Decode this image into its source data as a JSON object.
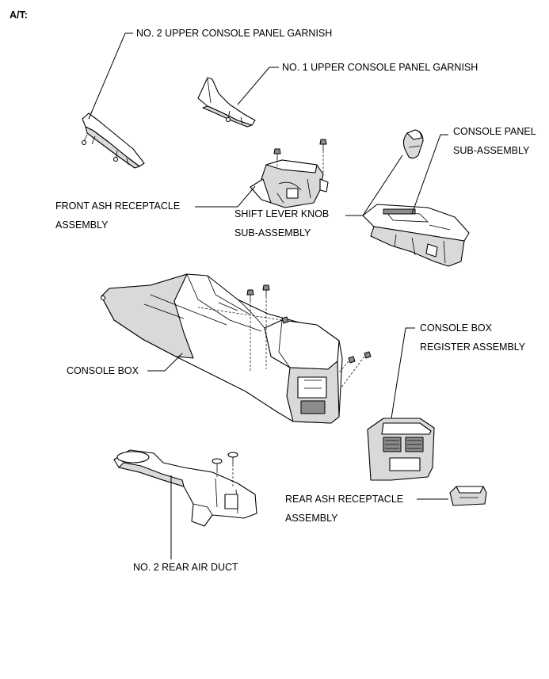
{
  "header": {
    "variant": "A/T:"
  },
  "labels": {
    "no2_upper_garnish": "NO. 2 UPPER CONSOLE PANEL GARNISH",
    "no1_upper_garnish": "NO. 1 UPPER CONSOLE PANEL GARNISH",
    "console_panel_1": "CONSOLE PANEL",
    "console_panel_2": "SUB-ASSEMBLY",
    "front_ash_1": "FRONT ASH RECEPTACLE",
    "front_ash_2": "ASSEMBLY",
    "shift_knob_1": "SHIFT LEVER KNOB",
    "shift_knob_2": "SUB-ASSEMBLY",
    "console_box": "CONSOLE BOX",
    "register_1": "CONSOLE BOX",
    "register_2": "REGISTER ASSEMBLY",
    "rear_ash_1": "REAR ASH RECEPTACLE",
    "rear_ash_2": "ASSEMBLY",
    "rear_air_duct": "NO. 2 REAR AIR DUCT"
  }
}
